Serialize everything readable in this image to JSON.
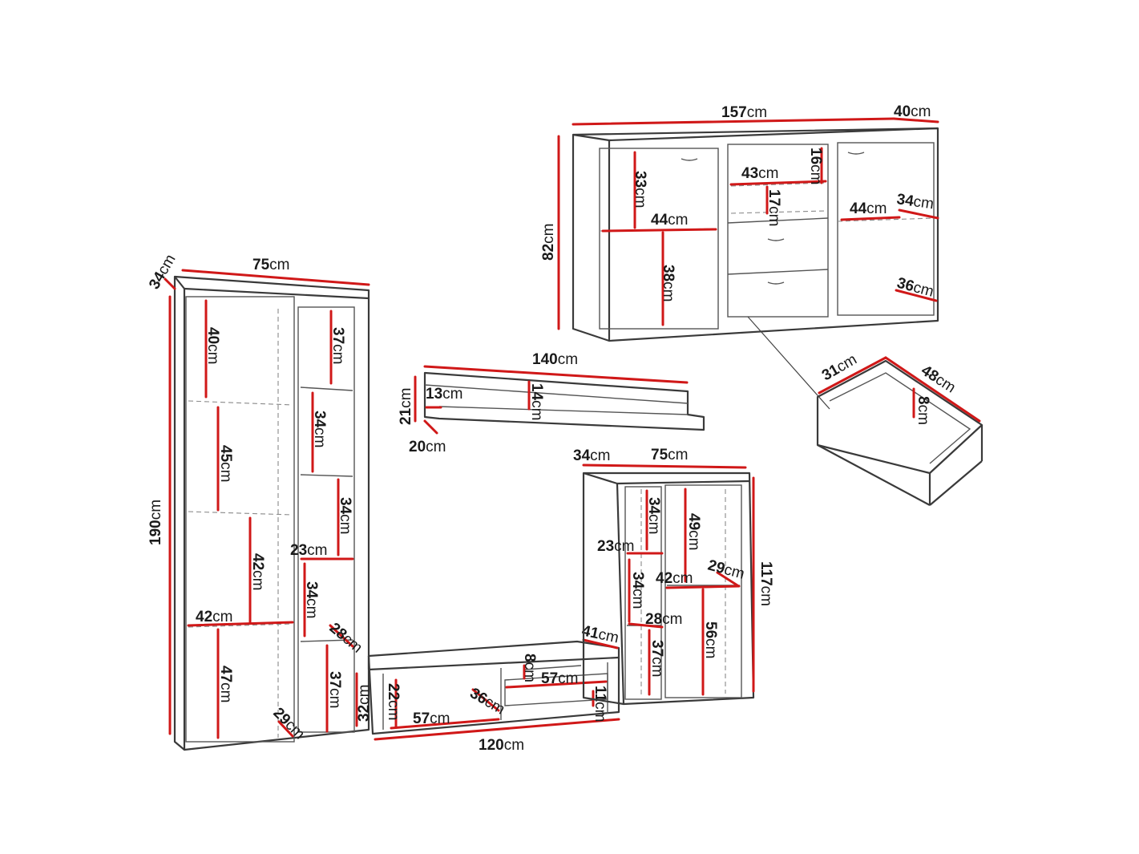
{
  "palette": {
    "dimension_line": "#d01818",
    "furniture_outline": "#3a3a3a",
    "background": "#ffffff"
  },
  "unit": "cm",
  "sideboard": {
    "width": "157",
    "depth": "40",
    "height": "82",
    "upper_left_shelf_height": "33",
    "inner_width_left": "44",
    "lower_left_height": "38",
    "middle_top_height": "16",
    "middle_shelf_width": "43",
    "middle_gap_height": "17",
    "right_inner_width": "44",
    "right_depth": "34",
    "right_bottom_depth": "36"
  },
  "drawer": {
    "width": "48",
    "depth": "31",
    "height": "8"
  },
  "wall_shelf": {
    "width": "140",
    "height": "21",
    "depth": "20",
    "inner_depth": "13",
    "inner_height": "14"
  },
  "tall_cabinet": {
    "width": "75",
    "depth": "34",
    "height": "190",
    "left_col": [
      "40",
      "45",
      "42",
      "47"
    ],
    "left_shelf_width": "42",
    "left_bottom_depth": "29",
    "right_col": [
      "37",
      "34",
      "34",
      "34",
      "37"
    ],
    "right_shelf_width": "23",
    "right_shelf_depth": "28",
    "plinth_height": "32"
  },
  "tv_stand": {
    "width": "120",
    "height": "22",
    "left_width": "57",
    "left_depth": "36",
    "right_top_height": "8",
    "right_width": "57",
    "right_bottom_height": "11",
    "side_depth": "41"
  },
  "medium_cabinet": {
    "width": "75",
    "depth": "34",
    "height": "117",
    "left_col": [
      "34",
      "34",
      "37"
    ],
    "left_shelf_width": "23",
    "left_shelf_depth": "28",
    "right_col": [
      "49",
      "56"
    ],
    "right_shelf_width": "42",
    "right_shelf_depth": "29"
  }
}
